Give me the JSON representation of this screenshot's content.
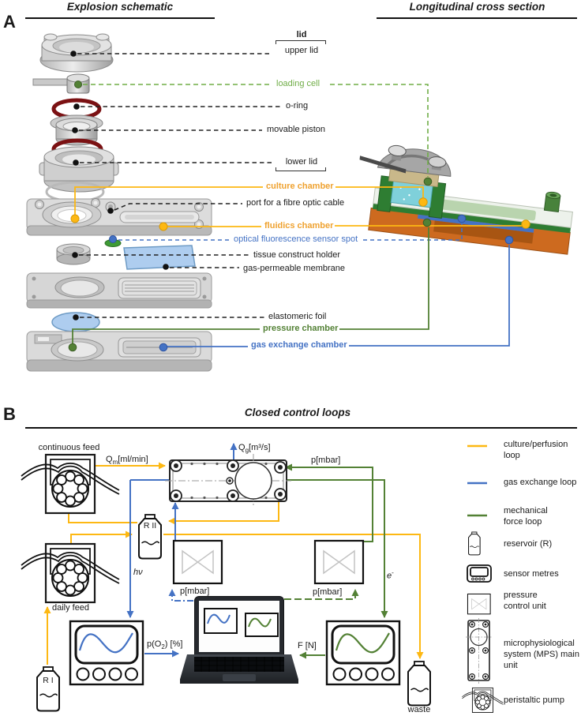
{
  "panelA": {
    "label": "A",
    "title_left": "Explosion schematic",
    "title_right": "Longitudinal cross section",
    "labels": {
      "lid": "lid",
      "upper_lid": "upper lid",
      "loading_cell": "loading cell",
      "o_ring": "o-ring",
      "movable_piston": "movable piston",
      "lower_lid": "lower lid",
      "culture_chamber": "culture chamber",
      "port_fibre": "port for a fibre optic cable",
      "fluidics_chamber": "fluidics chamber",
      "sensor_spot": "optical fluorescence sensor spot",
      "tissue_holder": "tissue construct holder",
      "membrane": "gas-permeable membrane",
      "elastomeric_foil": "elastomeric foil",
      "pressure_chamber": "pressure chamber",
      "gas_exchange_chamber": "gas exchange chamber"
    }
  },
  "panelB": {
    "label": "B",
    "title": "Closed control loops",
    "nodes": {
      "continuous_feed": "continuous feed",
      "daily_feed": "daily feed",
      "r2": "R II",
      "r1": "R I",
      "waste": "waste"
    },
    "flow": {
      "qm": {
        "base": "Q",
        "sub": "m",
        "rest": "[ml/min]"
      },
      "qg": {
        "base": "Q",
        "sub": "g",
        "rest": "[m³/s]"
      },
      "p_mbar_top": "p[mbar]",
      "p_mbar_left": "p[mbar]",
      "p_mbar_right": "p[mbar]",
      "po2": {
        "base": "p(O",
        "sub": "2",
        "rest": ") [%]"
      },
      "fn": "F [N]",
      "hv": "hν",
      "e": {
        "base": "e",
        "sup": "-"
      }
    },
    "legend": [
      {
        "label": "culture/perfusion loop",
        "color": "#FDB813"
      },
      {
        "label": "gas exchange loop",
        "color": "#4472C4"
      },
      {
        "label": "mechanical force loop",
        "color": "#538135"
      },
      {
        "label": "reservoir (R)",
        "icon": "reservoir-icon"
      },
      {
        "label": "sensor metres",
        "icon": "sensor-meter-icon"
      },
      {
        "label": "pressure control unit",
        "icon": "pressure-control-icon"
      },
      {
        "label": "microphysiological system (MPS) main unit",
        "icon": "mps-unit-icon"
      },
      {
        "label": "peristaltic pump",
        "icon": "peristaltic-pump-icon"
      }
    ]
  },
  "colors": {
    "yellow_loop": "#FDB813",
    "blue_loop": "#4472C4",
    "green_loop": "#538135",
    "loading_cell_green": "#70AD47",
    "orange_label": "#EFA230",
    "o_ring_red": "#7B1113",
    "membrane_blue": "#AECDEF",
    "device_orange": "#CD6A1F",
    "device_teal": "#7FD0DA",
    "device_green": "#2E7D32"
  }
}
